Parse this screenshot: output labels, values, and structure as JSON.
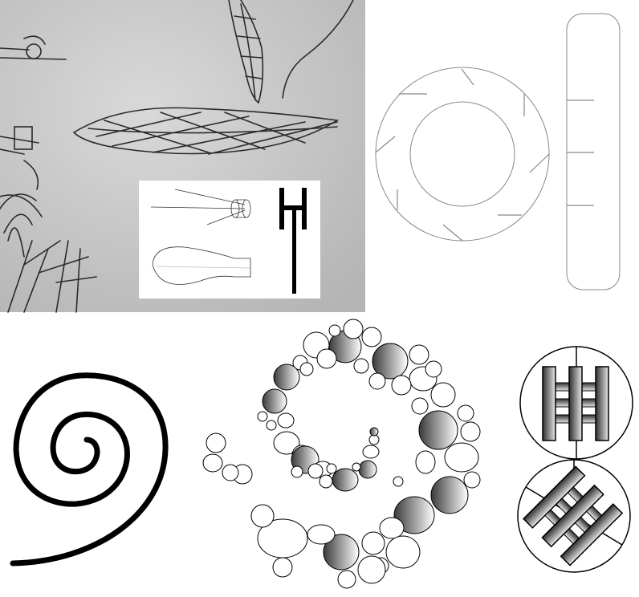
{
  "figure": {
    "panels": [
      {
        "id": "sketch-photo",
        "kind": "pencil sketch photograph with inset schematic"
      },
      {
        "id": "ring-and-rail",
        "kind": "line drawing of a ring with angled ticks and a rounded vertical rail"
      },
      {
        "id": "solid-spiral",
        "kind": "thick black spiral line"
      },
      {
        "id": "bubble-spiral",
        "kind": "spiral of outlined and shaded circles"
      },
      {
        "id": "gear-detail",
        "kind": "two circular details of interlocking shaded bars"
      }
    ]
  },
  "colors": {
    "background": "#ffffff",
    "photo_paper": "#c8c8c8",
    "pencil": "#2a2a2a",
    "line": "#000000",
    "thin_line": "#888888",
    "shade_dark": "#3a3a3a",
    "shade_light": "#ffffff"
  }
}
